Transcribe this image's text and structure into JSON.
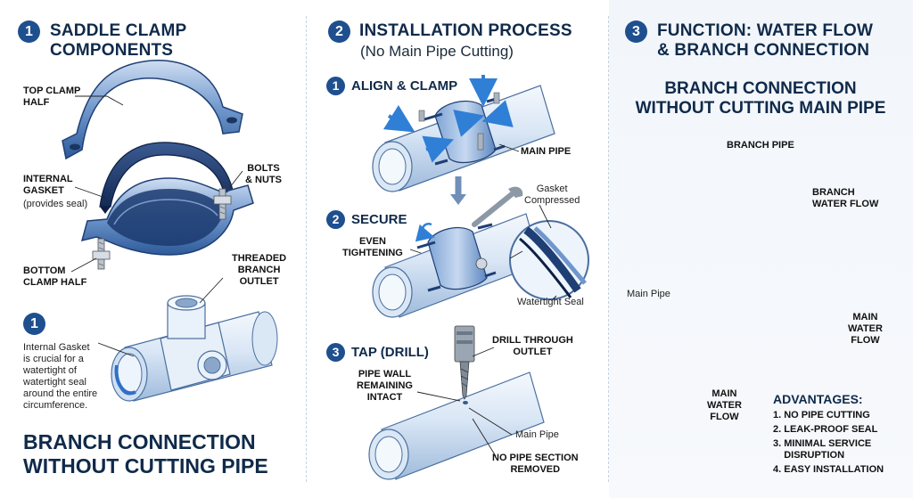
{
  "panel1": {
    "number": "1",
    "title": "SADDLE CLAMP COMPONENTS",
    "labels": {
      "top_clamp": "TOP CLAMP\nHALF",
      "internal_gasket": "INTERNAL\nGASKET",
      "gasket_note": "(provides seal)",
      "bolts_nuts": "BOLTS\n& NUTS",
      "bottom_clamp": "BOTTOM\nCLAMP HALF",
      "threaded_outlet": "THREADED\nBRANCH\nOUTLET"
    },
    "note_number": "1",
    "note_text": "Internal Gasket\nis crucial for a\nwatertight of\nwatertight seal\naround the entire\ncircumference.",
    "headline": "BRANCH CONNECTION\nWITHOUT CUTTING PIPE"
  },
  "panel2": {
    "number": "2",
    "title": "INSTALLATION PROCESS",
    "subtitle": "(No Main Pipe Cutting)",
    "steps": [
      {
        "number": "1",
        "label": "ALIGN & CLAMP"
      },
      {
        "number": "2",
        "label": "SECURE"
      },
      {
        "number": "3",
        "label": "TAP (DRILL)"
      }
    ],
    "labels": {
      "main_pipe_1": "MAIN PIPE",
      "even_tightening": "EVEN\nTIGHTENING",
      "gasket_compressed": "Gasket\nCompressed",
      "watertight_seal": "Watertight Seal",
      "drill_through": "DRILL THROUGH\nOUTLET",
      "pipe_wall": "PIPE WALL\nREMAINING\nINTACT",
      "main_pipe_3": "Main Pipe",
      "no_section_removed": "NO PIPE SECTION\nREMOVED"
    }
  },
  "panel3": {
    "number": "3",
    "title": "FUNCTION: WATER FLOW\n& BRANCH CONNECTION",
    "headline": "BRANCH CONNECTION\nWITHOUT CUTTING MAIN PIPE",
    "labels": {
      "branch_pipe": "BRANCH PIPE",
      "branch_water_flow": "BRANCH\nWATER FLOW",
      "main_pipe": "Main Pipe",
      "main_water_flow_right": "MAIN\nWATER\nFLOW",
      "main_water_flow_left": "MAIN\nWATER\nFLOW"
    },
    "advantages_title": "ADVANTAGES:",
    "advantages": [
      "1. NO PIPE CUTTING",
      "2. LEAK-PROOF SEAL",
      "3. MINIMAL SERVICE\n    DISRUPTION",
      "4. EASY INSTALLATION"
    ]
  },
  "colors": {
    "navy": "#0f2a4a",
    "badge": "#1e4f8f",
    "pipe_light": "#dfeaf7",
    "pipe_mid": "#b7cde6",
    "clamp_blue": "#3d6fb3",
    "gasket_dark": "#1c3566",
    "arrow_blue": "#2f7fd6"
  },
  "icons": [
    "numbered-badge-icon",
    "flow-arrow-icon",
    "drill-bit-icon",
    "wrench-icon"
  ]
}
